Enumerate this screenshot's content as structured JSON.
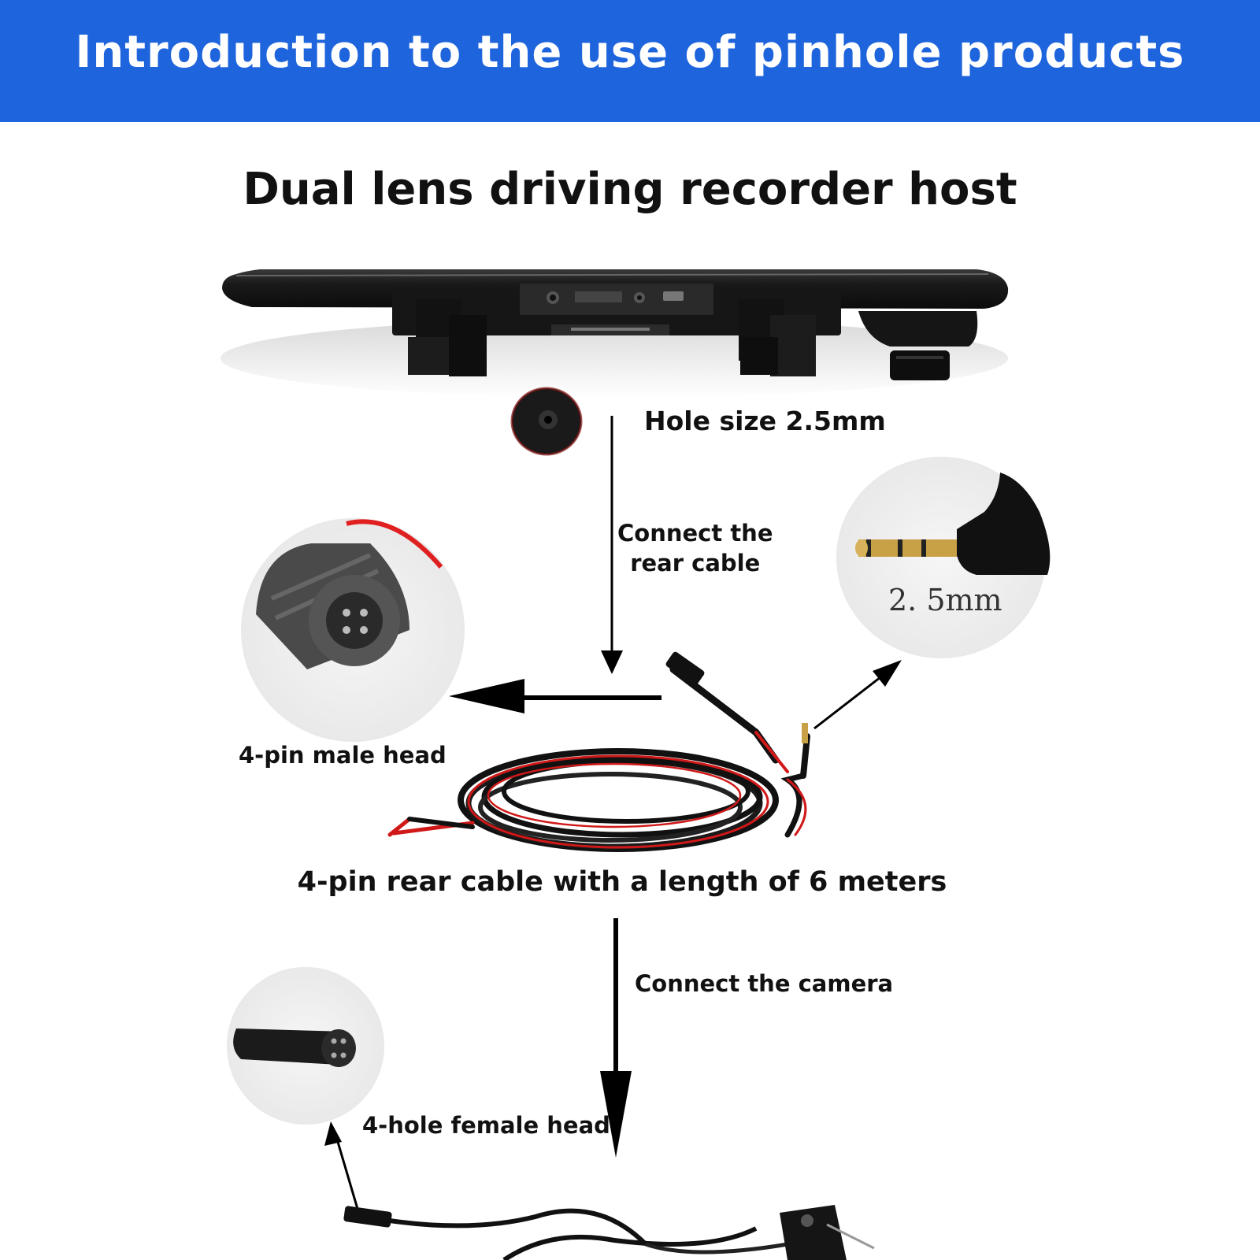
{
  "header": {
    "title": "Introduction to the use of pinhole products",
    "bg_color": "#1e64dc"
  },
  "subtitle": "Dual lens driving recorder host",
  "labels": {
    "hole_size": "Hole size 2.5mm",
    "connect_rear_line1": "Connect the",
    "connect_rear_line2": "rear cable",
    "jack_size": "2. 5mm",
    "male_head": "4-pin male head",
    "rear_cable": "4-pin rear cable with a length of 6 meters",
    "connect_camera": "Connect the camera",
    "female_head": "4-hole female head"
  },
  "icons": {
    "recorder": "rear-view-mirror-recorder-icon",
    "pinhole": "pinhole-lens-icon",
    "jack": "audio-jack-2-5mm-icon",
    "male": "4-pin-male-connector-icon",
    "female": "4-hole-female-connector-icon",
    "coil": "cable-coil-icon",
    "camera": "rear-camera-icon"
  }
}
